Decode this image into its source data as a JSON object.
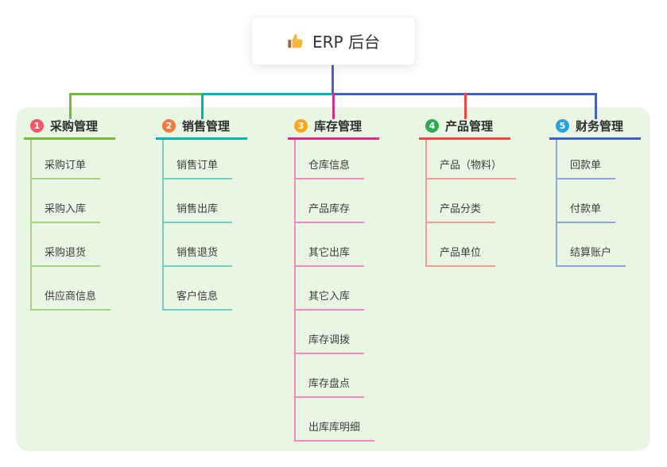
{
  "root": {
    "label": "ERP 后台",
    "icon": "thumbs-up-icon"
  },
  "canvas": {
    "background": "#ffffff",
    "panel_background": "#e9f6e4",
    "root_connector_color": "#4a63c8"
  },
  "branches": [
    {
      "number": "1",
      "label": "采购管理",
      "badge_color": "#f4566a",
      "line_color": "#76b93f",
      "child_line_color": "#a6d47e",
      "children": [
        "采购订单",
        "采购入库",
        "采购退货",
        "供应商信息"
      ]
    },
    {
      "number": "2",
      "label": "销售管理",
      "badge_color": "#f2793f",
      "line_color": "#00b3ab",
      "child_line_color": "#6fcfc3",
      "children": [
        "销售订单",
        "销售出库",
        "销售退货",
        "客户信息"
      ]
    },
    {
      "number": "3",
      "label": "库存管理",
      "badge_color": "#f9a61a",
      "line_color": "#d62e8c",
      "child_line_color": "#f387c1",
      "children": [
        "仓库信息",
        "产品库存",
        "其它出库",
        "其它入库",
        "库存调拨",
        "库存盘点",
        "出库库明细"
      ]
    },
    {
      "number": "4",
      "label": "产品管理",
      "badge_color": "#2cab53",
      "line_color": "#f2453d",
      "child_line_color": "#f79b96",
      "children": [
        "产品（物料）",
        "产品分类",
        "产品单位"
      ]
    },
    {
      "number": "5",
      "label": "财务管理",
      "badge_color": "#2aa2db",
      "line_color": "#4060c4",
      "child_line_color": "#8fa6de",
      "children": [
        "回款单",
        "付款单",
        "结算账户"
      ]
    }
  ]
}
